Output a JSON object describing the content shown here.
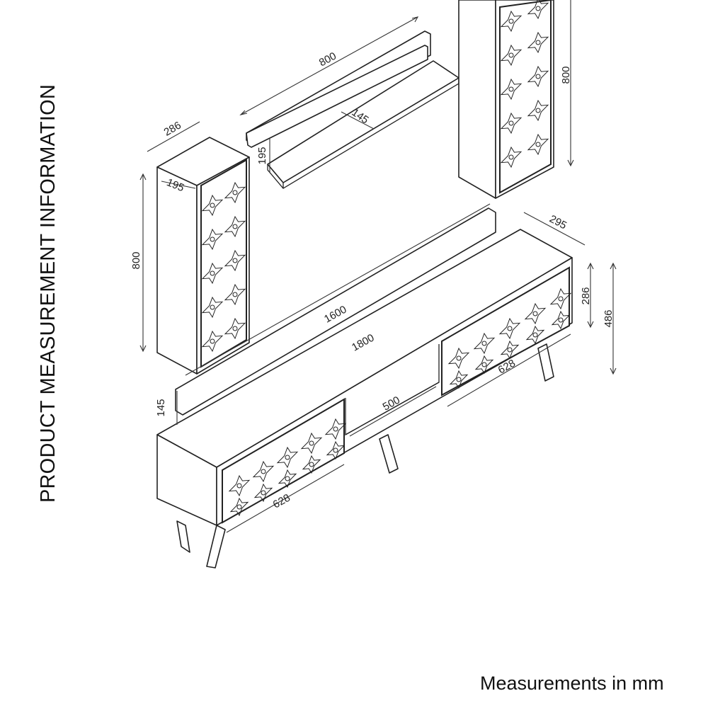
{
  "diagram": {
    "title": "PRODUCT MEASUREMENT INFORMATION",
    "units_note": "Measurements in mm",
    "dimensions": {
      "shelf_width": "800",
      "shelf_depth": "145",
      "shelf_height": "195",
      "left_cabinet_depth": "286",
      "left_cabinet_inner": "195",
      "left_cabinet_height": "800",
      "right_cabinet_height": "800",
      "back_panel_width": "1600",
      "back_panel_height": "145",
      "tv_unit_width": "1800",
      "tv_unit_depth": "295",
      "tv_unit_body_height": "286",
      "tv_unit_total_height": "486",
      "open_compartment_width": "500",
      "left_door_width": "628",
      "right_door_width": "628"
    }
  }
}
